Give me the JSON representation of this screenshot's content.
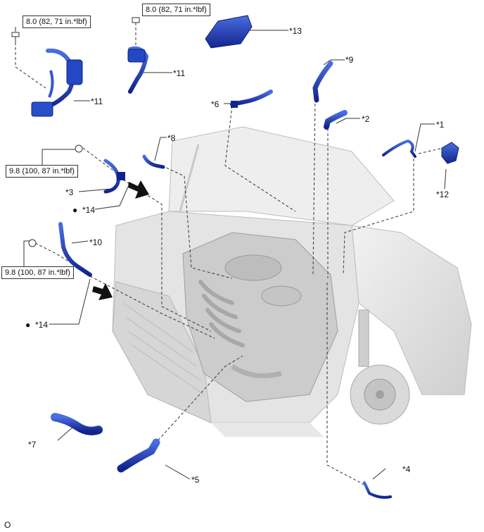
{
  "callouts": {
    "c1": "*1",
    "c2": "*2",
    "c3": "*3",
    "c4": "*4",
    "c5": "*5",
    "c6": "*6",
    "c7": "*7",
    "c8": "*8",
    "c9": "*9",
    "c10": "*10",
    "c11a": "*11",
    "c11b": "*11",
    "c12": "*12",
    "c13": "*13",
    "c14a": "*14",
    "c14b": "*14"
  },
  "torques": {
    "t1": "8.0 (82, 71 in.*lbf)",
    "t2": "8.0 (82, 71 in.*lbf)",
    "t3": "9.8 (100, 87 in.*lbf)",
    "t4": "9.8 (100, 87 in.*lbf)"
  },
  "bullets": {
    "b1": "●",
    "b2": "●"
  },
  "figure_code": "O",
  "colors": {
    "part_blue": "#1f3fb8",
    "part_dark": "#10207a",
    "engine_gray": "#d4d4d4",
    "line_color": "#333333"
  }
}
